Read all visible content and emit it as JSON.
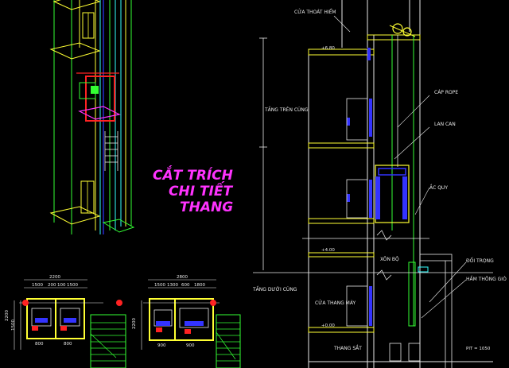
{
  "title": {
    "line1": "CẮT TRÍCH",
    "line2": "CHI TIẾT",
    "line3": "THANG",
    "color": "#ff33ff"
  },
  "labels": {
    "cua_thoat_hiem": "CỬA THOÁT HIỂM",
    "tang_tren_cung": "TẦNG TRÊN CÙNG",
    "cap_rope": "CÁP ROPE",
    "lan_can": "LAN CAN",
    "ac_quy": "ẮC QUY",
    "dot_trong": "ĐỐI TRỌNG",
    "ham_thong_gio": "HẦM THÔNG GIÓ",
    "tang_duoi_cung": "TẦNG DƯỚI CÙNG",
    "cua_thang_may": "CỬA THANG MÁY",
    "thang_sat": "THANG SẮT",
    "xon_bo": "XÔN BỘ",
    "level_top": "+6.80",
    "level_mid": "+4.00",
    "level_bottom": "+0.00",
    "pit": "PIT = 1050"
  },
  "dims": {
    "plan1_total": "2200",
    "plan1_a": "1500",
    "plan1_b": "200",
    "plan1_c": "100",
    "plan1_d": "1500",
    "plan1_left": "2200",
    "plan1_left2": "1500",
    "plan1_door_a": "800",
    "plan1_door_b": "800",
    "plan2_total": "2800",
    "plan2_a": "1500",
    "plan2_b": "1300",
    "plan2_c": "600",
    "plan2_d": "1800",
    "plan2_left": "2200",
    "plan2_door_a": "900",
    "plan2_door_b": "900"
  },
  "colors": {
    "background": "#000000",
    "green": "#33ff33",
    "yellow": "#ffff33",
    "cyan": "#33ffff",
    "blue": "#3333ff",
    "red": "#ff2222",
    "magenta": "#ff33ff",
    "white": "#e8e8e8"
  }
}
